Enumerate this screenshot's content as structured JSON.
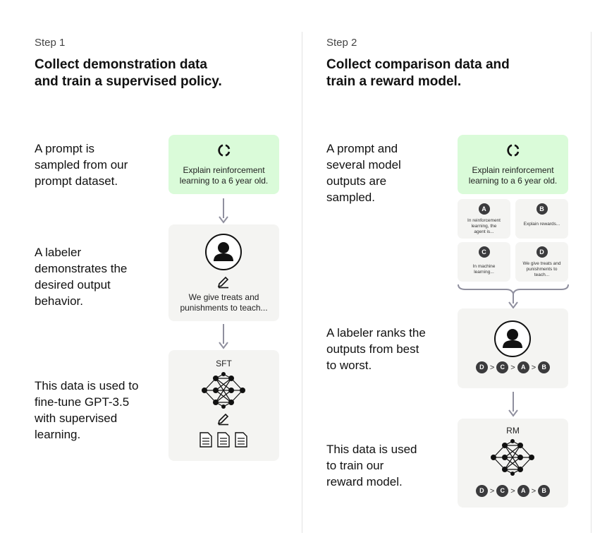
{
  "step1": {
    "label": "Step 1",
    "title_line1": "Collect demonstration data",
    "title_line2": "and train a supervised policy.",
    "rows": [
      {
        "desc": [
          "A prompt is",
          "sampled from our",
          "prompt dataset."
        ]
      },
      {
        "desc": [
          "A labeler",
          "demonstrates the",
          "desired output",
          "behavior."
        ]
      },
      {
        "desc": [
          "This data is used to",
          "fine-tune GPT-3.5",
          "with supervised",
          "learning."
        ]
      }
    ],
    "prompt_card": {
      "line1": "Explain reinforcement",
      "line2": "learning to a 6 year old."
    },
    "labeler_card": {
      "line1": "We give treats and",
      "line2": "punishments to teach..."
    },
    "model_card": {
      "label": "SFT"
    }
  },
  "step2": {
    "label": "Step 2",
    "title_line1": "Collect comparison data and",
    "title_line2": "train a reward model.",
    "rows": [
      {
        "desc": [
          "A prompt and",
          "several model",
          "outputs are",
          "sampled."
        ]
      },
      {
        "desc": [
          "A labeler ranks the",
          "outputs from best",
          "to worst."
        ]
      },
      {
        "desc": [
          "This data is used",
          "to train our",
          "reward model."
        ]
      }
    ],
    "prompt_card": {
      "line1": "Explain reinforcement",
      "line2": "learning to a 6 year old."
    },
    "outputs": [
      {
        "letter": "A",
        "text": [
          "In reinforcement",
          "learning, the",
          "agent is..."
        ]
      },
      {
        "letter": "B",
        "text": [
          "Explain rewards..."
        ]
      },
      {
        "letter": "C",
        "text": [
          "In machine",
          "learning..."
        ]
      },
      {
        "letter": "D",
        "text": [
          "We give treats and",
          "punishments to",
          "teach..."
        ]
      }
    ],
    "ranking": {
      "items": [
        "D",
        "C",
        "A",
        "B"
      ],
      "separator": ">"
    },
    "model_card": {
      "label": "RM"
    }
  },
  "colors": {
    "prompt_card": "#dafbd9",
    "card": "#f4f4f2",
    "badge": "#3b3b3d",
    "arrow": "#8f8f9e",
    "divider": "#e3e3e3"
  },
  "icons": [
    "refresh-icon",
    "user-avatar-icon",
    "pencil-icon",
    "neural-network-icon",
    "document-icon",
    "down-arrow-icon",
    "curly-brace-icon"
  ]
}
